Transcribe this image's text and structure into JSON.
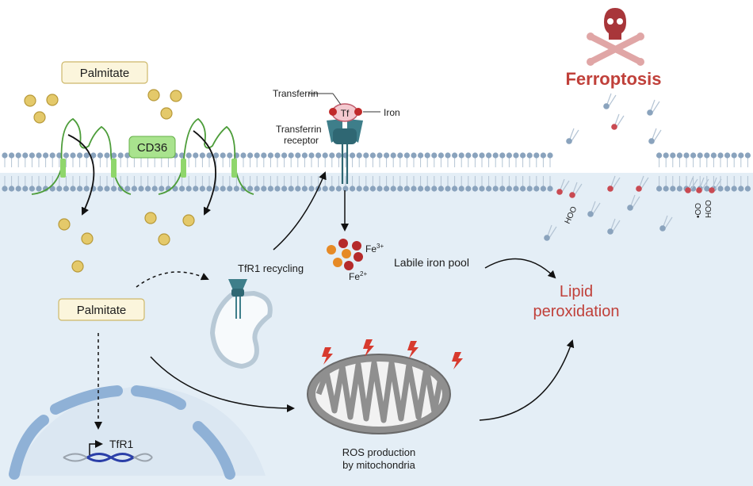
{
  "labels": {
    "palmitate_top": "Palmitate",
    "cd36": "CD36",
    "transferrin": "Transferrin",
    "tf": "Tf",
    "iron": "Iron",
    "transferrin_receptor_line1": "Transferrin",
    "transferrin_receptor_line2": "receptor",
    "ferroptosis": "Ferroptosis",
    "fe3_base": "Fe",
    "fe3_sup": "3+",
    "fe2_base": "Fe",
    "fe2_sup": "2+",
    "labile_iron_pool": "Labile iron pool",
    "tfr1_recycling": "TfR1 recycling",
    "palmitate_inner": "Palmitate",
    "lipid_peroxidation_line1": "Lipid",
    "lipid_peroxidation_line2": "peroxidation",
    "tfr1_gene": "TfR1",
    "ros_line1": "ROS production",
    "ros_line2": "by mitochondria",
    "hoo_1": "HOO",
    "hoo_2": "HOO",
    "oo_dot": "•OO"
  },
  "colors": {
    "membrane_head": "#8aa3bd",
    "cytoplasm": "#e4eef6",
    "palmitate_fill": "#e4c96a",
    "palmitate_box": "#fbf5dc",
    "cd36": "#a9e38e",
    "ferroptosis_red": "#c0403a",
    "skull": "#a8363a",
    "receptor_teal": "#3e7e8a",
    "transferrin_pink": "#f3c9cf",
    "mito_grey": "#8f8f8f",
    "bolt_red": "#d73a2e",
    "nucleus_blue": "#8fb1d6"
  },
  "icons": [
    "skull-crossbones-icon",
    "lightning-icon",
    "mitochondrion-icon",
    "endosome-icon",
    "receptor-icon"
  ]
}
